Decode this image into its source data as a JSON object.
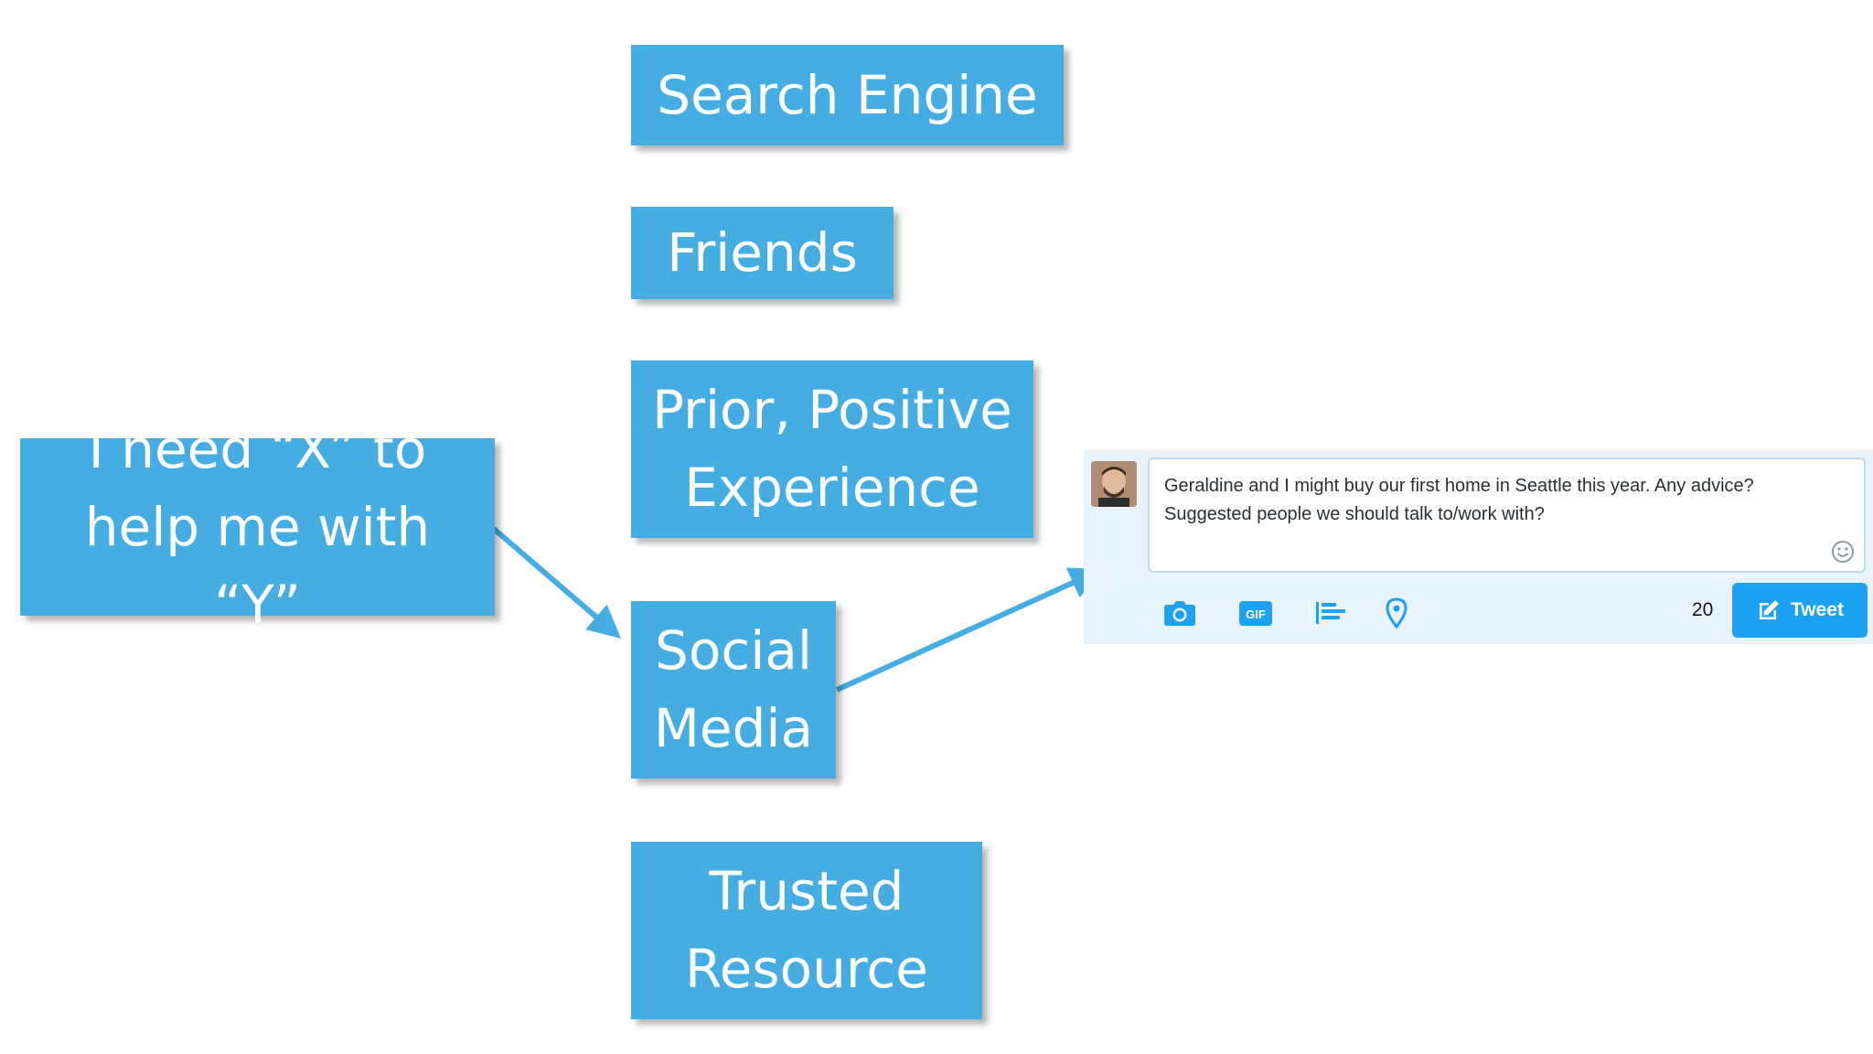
{
  "diagram": {
    "need_box": {
      "lines": [
        "I need “X” to",
        "help me with",
        "“Y”"
      ]
    },
    "search_engine": {
      "label": "Search Engine"
    },
    "friends": {
      "label": "Friends"
    },
    "prior_experience": {
      "lines": [
        "Prior, Positive",
        "Experience"
      ]
    },
    "social_media": {
      "lines": [
        "Social",
        "Media"
      ]
    },
    "trusted_resource": {
      "lines": [
        "Trusted",
        "Resource"
      ]
    }
  },
  "composer": {
    "tweet_text_lines": [
      "Geraldine and I might buy our first home in Seattle this year. Any advice?",
      "Suggested people we should talk to/work with?"
    ],
    "gif_label": "GIF",
    "char_count": "20",
    "tweet_button_label": "Tweet",
    "icons": [
      "camera-icon",
      "gif-icon",
      "poll-icon",
      "location-icon",
      "emoji-icon",
      "compose-icon"
    ]
  },
  "colors": {
    "box_blue": "#45ade2",
    "twitter_blue": "#1da1f2",
    "composer_bg": "#e8f3fb",
    "arrow_blue": "#45ade2"
  }
}
